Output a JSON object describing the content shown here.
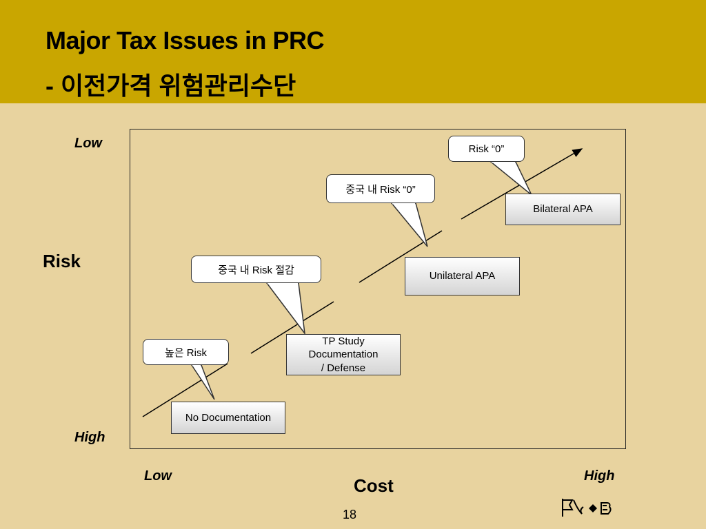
{
  "slide": {
    "title": "Major Tax Issues in PRC",
    "subtitle": "- 이전가격 위험관리수단",
    "page_number": "18"
  },
  "diagram": {
    "y_axis": {
      "title": "Risk",
      "top_label": "Low",
      "bottom_label": "High"
    },
    "x_axis": {
      "title": "Cost",
      "left_label": "Low",
      "right_label": "High"
    },
    "boxes": {
      "no_documentation": "No Documentation",
      "tp_study_lines": [
        "TP Study",
        "Documentation",
        "/ Defense"
      ],
      "unilateral_apa": "Unilateral APA",
      "bilateral_apa": "Bilateral APA"
    },
    "callouts": {
      "high_risk": "높은 Risk",
      "china_risk_reduction": "중국 내 Risk 절감",
      "china_risk_zero": "중국 내 Risk “0”",
      "risk_zero": "Risk  “0”"
    },
    "trend_arrow_color": "#000000"
  },
  "colors": {
    "header_bg": "#c9a600",
    "slide_bg": "#e8d39f",
    "box_gradient_top": "#ffffff",
    "box_gradient_bottom": "#d4d4d4"
  }
}
